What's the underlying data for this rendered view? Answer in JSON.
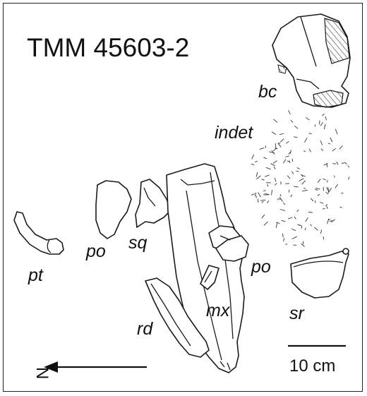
{
  "specimen": {
    "title": "TMM 45603-2"
  },
  "labels": {
    "bc": "bc",
    "indet": "indet",
    "pt": "pt",
    "po_left": "po",
    "sq": "sq",
    "mx": "mx",
    "po_right": "po",
    "rd": "rd",
    "sr": "sr"
  },
  "orientation": {
    "north_label": "N",
    "arrow_direction": "left"
  },
  "scale_bar": {
    "label": "10 cm"
  },
  "colors": {
    "ink": "#1a1a1a",
    "background": "#ffffff"
  }
}
